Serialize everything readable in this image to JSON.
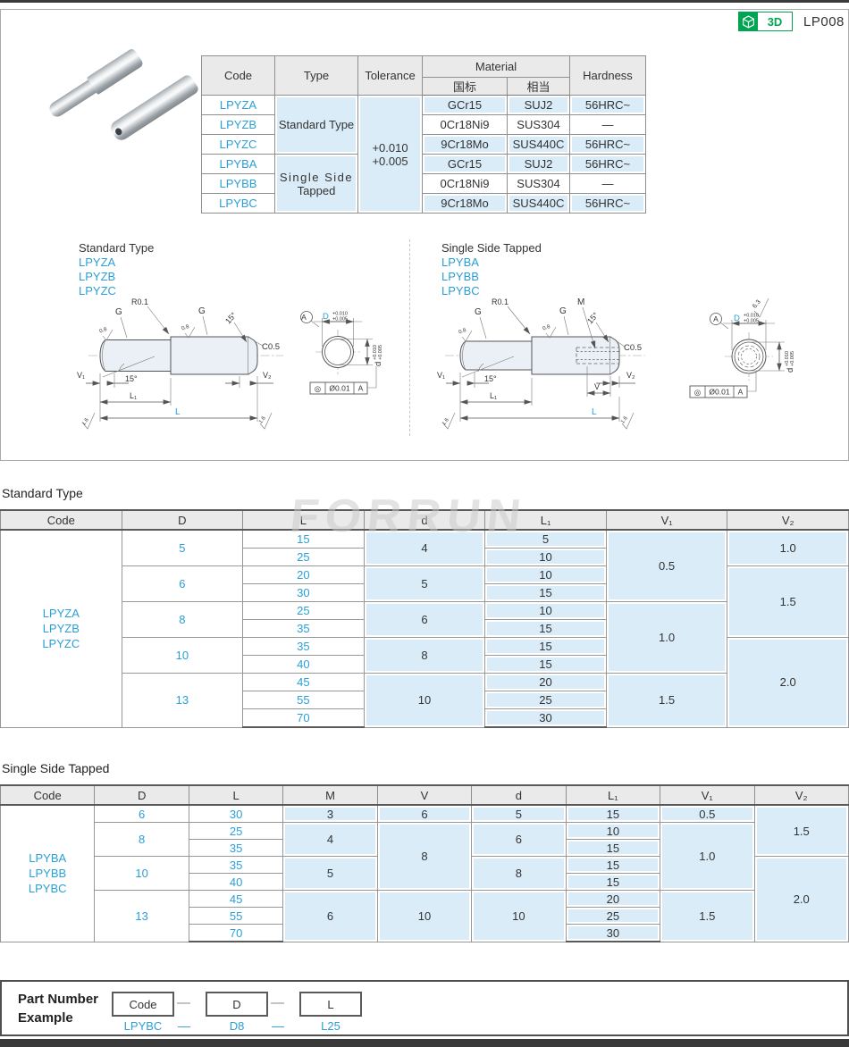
{
  "page": {
    "product_code": "LP008",
    "badge_3d_label": "3D",
    "watermark": "FORRUN"
  },
  "spec_table": {
    "headers": {
      "code": "Code",
      "type": "Type",
      "tolerance": "Tolerance",
      "material": "Material",
      "material_gb": "国标",
      "material_eq": "相当",
      "hardness": "Hardness"
    },
    "tolerance_lines": [
      "+0.010",
      "+0.005"
    ],
    "type_groups": [
      {
        "lines": [
          "Standard Type",
          ""
        ]
      },
      {
        "lines": [
          "Single Side",
          "Tapped"
        ]
      }
    ],
    "rows": [
      {
        "code": "LPYZA",
        "gb": "GCr15",
        "eq": "SUJ2",
        "hardness": "56HRC~"
      },
      {
        "code": "LPYZB",
        "gb": "0Cr18Ni9",
        "eq": "SUS304",
        "hardness": "—"
      },
      {
        "code": "LPYZC",
        "gb": "9Cr18Mo",
        "eq": "SUS440C",
        "hardness": "56HRC~"
      },
      {
        "code": "LPYBA",
        "gb": "GCr15",
        "eq": "SUJ2",
        "hardness": "56HRC~"
      },
      {
        "code": "LPYBB",
        "gb": "0Cr18Ni9",
        "eq": "SUS304",
        "hardness": "—"
      },
      {
        "code": "LPYBC",
        "gb": "9Cr18Mo",
        "eq": "SUS440C",
        "hardness": "56HRC~"
      }
    ]
  },
  "drawings": {
    "standard": {
      "title": "Standard Type",
      "codes": [
        "LPYZA",
        "LPYZB",
        "LPYZC"
      ]
    },
    "tapped": {
      "title": "Single Side Tapped",
      "codes": [
        "LPYBA",
        "LPYBB",
        "LPYBC"
      ]
    },
    "labels": {
      "r01": "R0.1",
      "g": "G",
      "rough08": "0.8",
      "rough16": "1.6",
      "rough63": "6.3",
      "deg15": "15°",
      "c05": "C0.5",
      "v1": "V₁",
      "v2": "V₂",
      "l1": "L₁",
      "l": "L",
      "m": "M",
      "v": "V",
      "datum": "A",
      "dim_D": "D",
      "dim_d": "d",
      "tol_up": "+0.010",
      "tol_lo": "+0.005",
      "runout_sym": "◎",
      "runout": "Ø0.01"
    }
  },
  "standard_table": {
    "section_title": "Standard Type",
    "headers": [
      "Code",
      "D",
      "L",
      "d",
      "L₁",
      "V₁",
      "V₂"
    ],
    "codes": [
      "LPYZA",
      "LPYZB",
      "LPYZC"
    ],
    "D": [
      "5",
      "6",
      "8",
      "10",
      "13"
    ],
    "L": [
      "15",
      "25",
      "20",
      "30",
      "25",
      "35",
      "35",
      "40",
      "45",
      "55",
      "70"
    ],
    "d": [
      "4",
      "5",
      "6",
      "8",
      "10"
    ],
    "L1": [
      "5",
      "10",
      "10",
      "15",
      "10",
      "15",
      "15",
      "15",
      "20",
      "25",
      "30"
    ],
    "V1": [
      "0.5",
      "1.0",
      "1.5"
    ],
    "V2": [
      "1.0",
      "1.5",
      "2.0"
    ]
  },
  "tapped_table": {
    "section_title": "Single Side Tapped",
    "headers": [
      "Code",
      "D",
      "L",
      "M",
      "V",
      "d",
      "L₁",
      "V₁",
      "V₂"
    ],
    "codes": [
      "LPYBA",
      "LPYBB",
      "LPYBC"
    ],
    "D": [
      "6",
      "8",
      "10",
      "13"
    ],
    "L": [
      "30",
      "25",
      "35",
      "35",
      "40",
      "45",
      "55",
      "70"
    ],
    "M": [
      "3",
      "4",
      "5",
      "6"
    ],
    "V": [
      "6",
      "8",
      "10"
    ],
    "d": [
      "5",
      "6",
      "8",
      "10"
    ],
    "L1": [
      "15",
      "10",
      "15",
      "15",
      "15",
      "20",
      "25",
      "30"
    ],
    "V1": [
      "0.5",
      "1.0",
      "1.5"
    ],
    "V2": [
      "1.5",
      "2.0"
    ]
  },
  "part_number": {
    "label_lines": [
      "Part Number",
      "Example"
    ],
    "fields": [
      "Code",
      "D",
      "L"
    ],
    "separator": "—",
    "example": [
      "LPYBC",
      "D8",
      "L25"
    ]
  }
}
